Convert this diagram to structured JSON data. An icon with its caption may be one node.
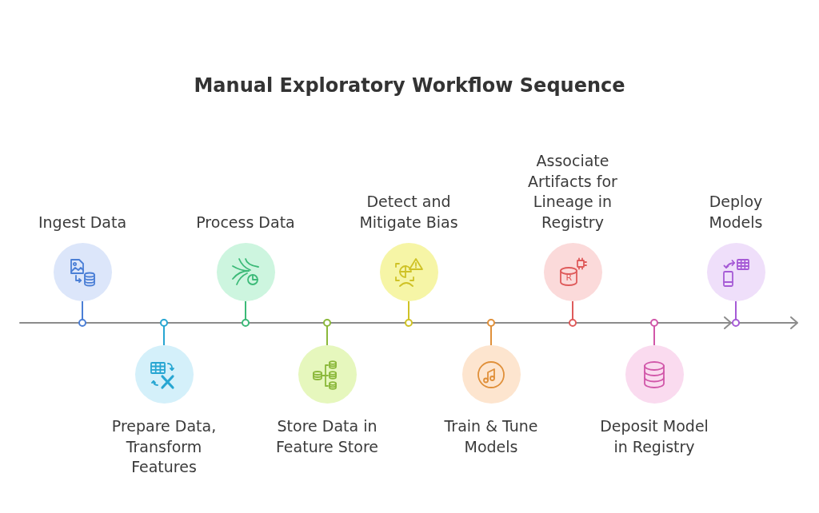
{
  "diagram": {
    "title": "Manual Exploratory Workflow Sequence",
    "nodes": [
      {
        "text": [
          "Ingest Data"
        ]
      },
      {
        "text": [
          "Prepare Data, Transform Features"
        ]
      },
      {
        "text": [
          "Process Data"
        ]
      },
      {
        "text": [
          "Store Data in Feature Store"
        ]
      },
      {
        "text": [
          "Detect and Mitigate Bias"
        ]
      },
      {
        "text": [
          "Train & Tune Models"
        ]
      },
      {
        "text": [
          "Associate Artifacts for Lineage in Registry"
        ]
      },
      {
        "text": [
          "Deposit Model in Registry"
        ]
      },
      {
        "text": [
          "Deploy Models"
        ]
      }
    ],
    "labels": [
      "R"
    ]
  }
}
